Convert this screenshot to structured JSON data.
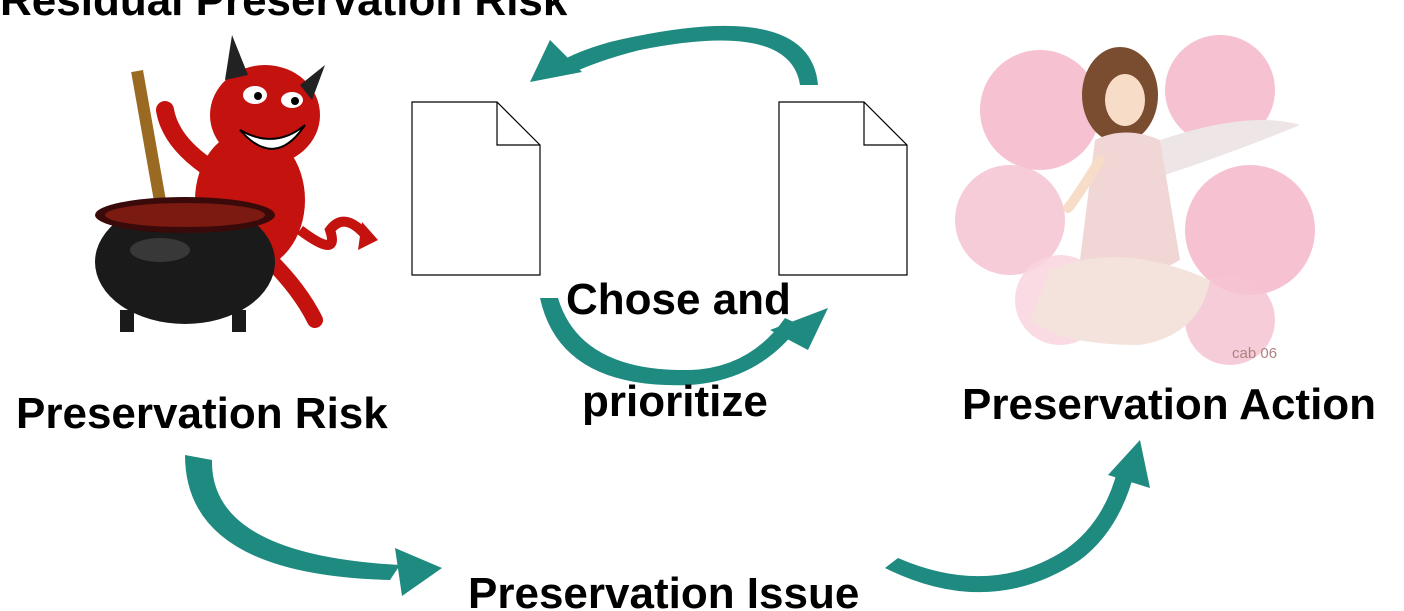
{
  "title_fragment": "Residual Preservation Risk",
  "nodes": {
    "risk": "Preservation Risk",
    "action": "Preservation Action",
    "issue": "Preservation Issue",
    "center_line1": "Chose and",
    "center_line2": "prioritize"
  },
  "illustrations": {
    "left": "devil-stirring-cauldron",
    "right": "fairy-among-pink-flowers",
    "right_signature": "cab 06"
  },
  "icons": [
    "document-icon",
    "document-icon"
  ],
  "colors": {
    "arrow": "#1f8a80",
    "arrow_dark": "#17665f",
    "text": "#000000",
    "devil": "#c4120e",
    "cauldron": "#1a1a1a",
    "flower": "#f4b6c8"
  }
}
